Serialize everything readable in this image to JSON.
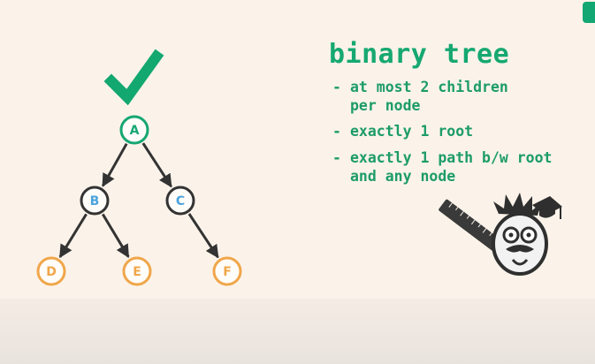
{
  "slide": {
    "title": "binary tree",
    "bullets": [
      {
        "line1": "at most 2 children",
        "line2": "per node"
      },
      {
        "line1": "exactly 1 root",
        "line2": ""
      },
      {
        "line1": "exactly 1 path b/w root",
        "line2": "and any node"
      }
    ],
    "bullet_dash": "-"
  },
  "tree": {
    "check_color": "#12a870",
    "nodes": [
      {
        "id": "A",
        "label": "A",
        "color": "#15a773"
      },
      {
        "id": "B",
        "label": "B",
        "color": "#333333",
        "label_color": "#4aa3dd"
      },
      {
        "id": "C",
        "label": "C",
        "color": "#333333",
        "label_color": "#4aa3dd"
      },
      {
        "id": "D",
        "label": "D",
        "color": "#f0a64a"
      },
      {
        "id": "E",
        "label": "E",
        "color": "#f0a64a"
      },
      {
        "id": "F",
        "label": "F",
        "color": "#f0a64a"
      }
    ],
    "edges": [
      {
        "from": "A",
        "to": "B"
      },
      {
        "from": "A",
        "to": "C"
      },
      {
        "from": "B",
        "to": "D"
      },
      {
        "from": "B",
        "to": "E"
      },
      {
        "from": "C",
        "to": "F"
      }
    ]
  },
  "colors": {
    "accent": "#16a871",
    "background": "#fbf3ea",
    "leaf": "#f0a64a",
    "inner_label": "#4aa3dd",
    "edge": "#333333"
  },
  "icons": [
    "checkmark-icon",
    "mascot-illustration"
  ]
}
